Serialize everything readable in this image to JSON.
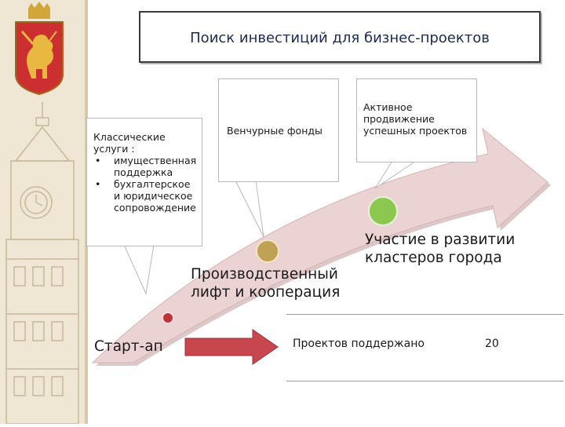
{
  "title": "Поиск инвестиций для бизнес-проектов",
  "callouts": {
    "classic": {
      "heading": "Классические услуги :",
      "items": [
        "имущественная поддержка",
        "бухгалтерское и юридическое сопровождение"
      ]
    },
    "venture": "Венчурные фонды",
    "active": "Активное продвижение успешных проектов"
  },
  "stages": {
    "startup": "Старт-ап",
    "production": "Производственный лифт и кооперация",
    "clusters": "Участие в развитии кластеров города"
  },
  "table": {
    "label": "Проектов поддержано",
    "value": "20"
  },
  "colors": {
    "arrow_fill": "#ecd3d3",
    "arrow_shadow": "#bf9a9a",
    "startup_dot": "#c0353c",
    "production_dot": "#c0a256",
    "clusters_dot": "#8cc74f",
    "horizontal_arrow": "#c8474e",
    "title_text": "#1b2a50"
  },
  "icons": [
    "city-coat-of-arms-icon",
    "clock-tower-illustration"
  ]
}
